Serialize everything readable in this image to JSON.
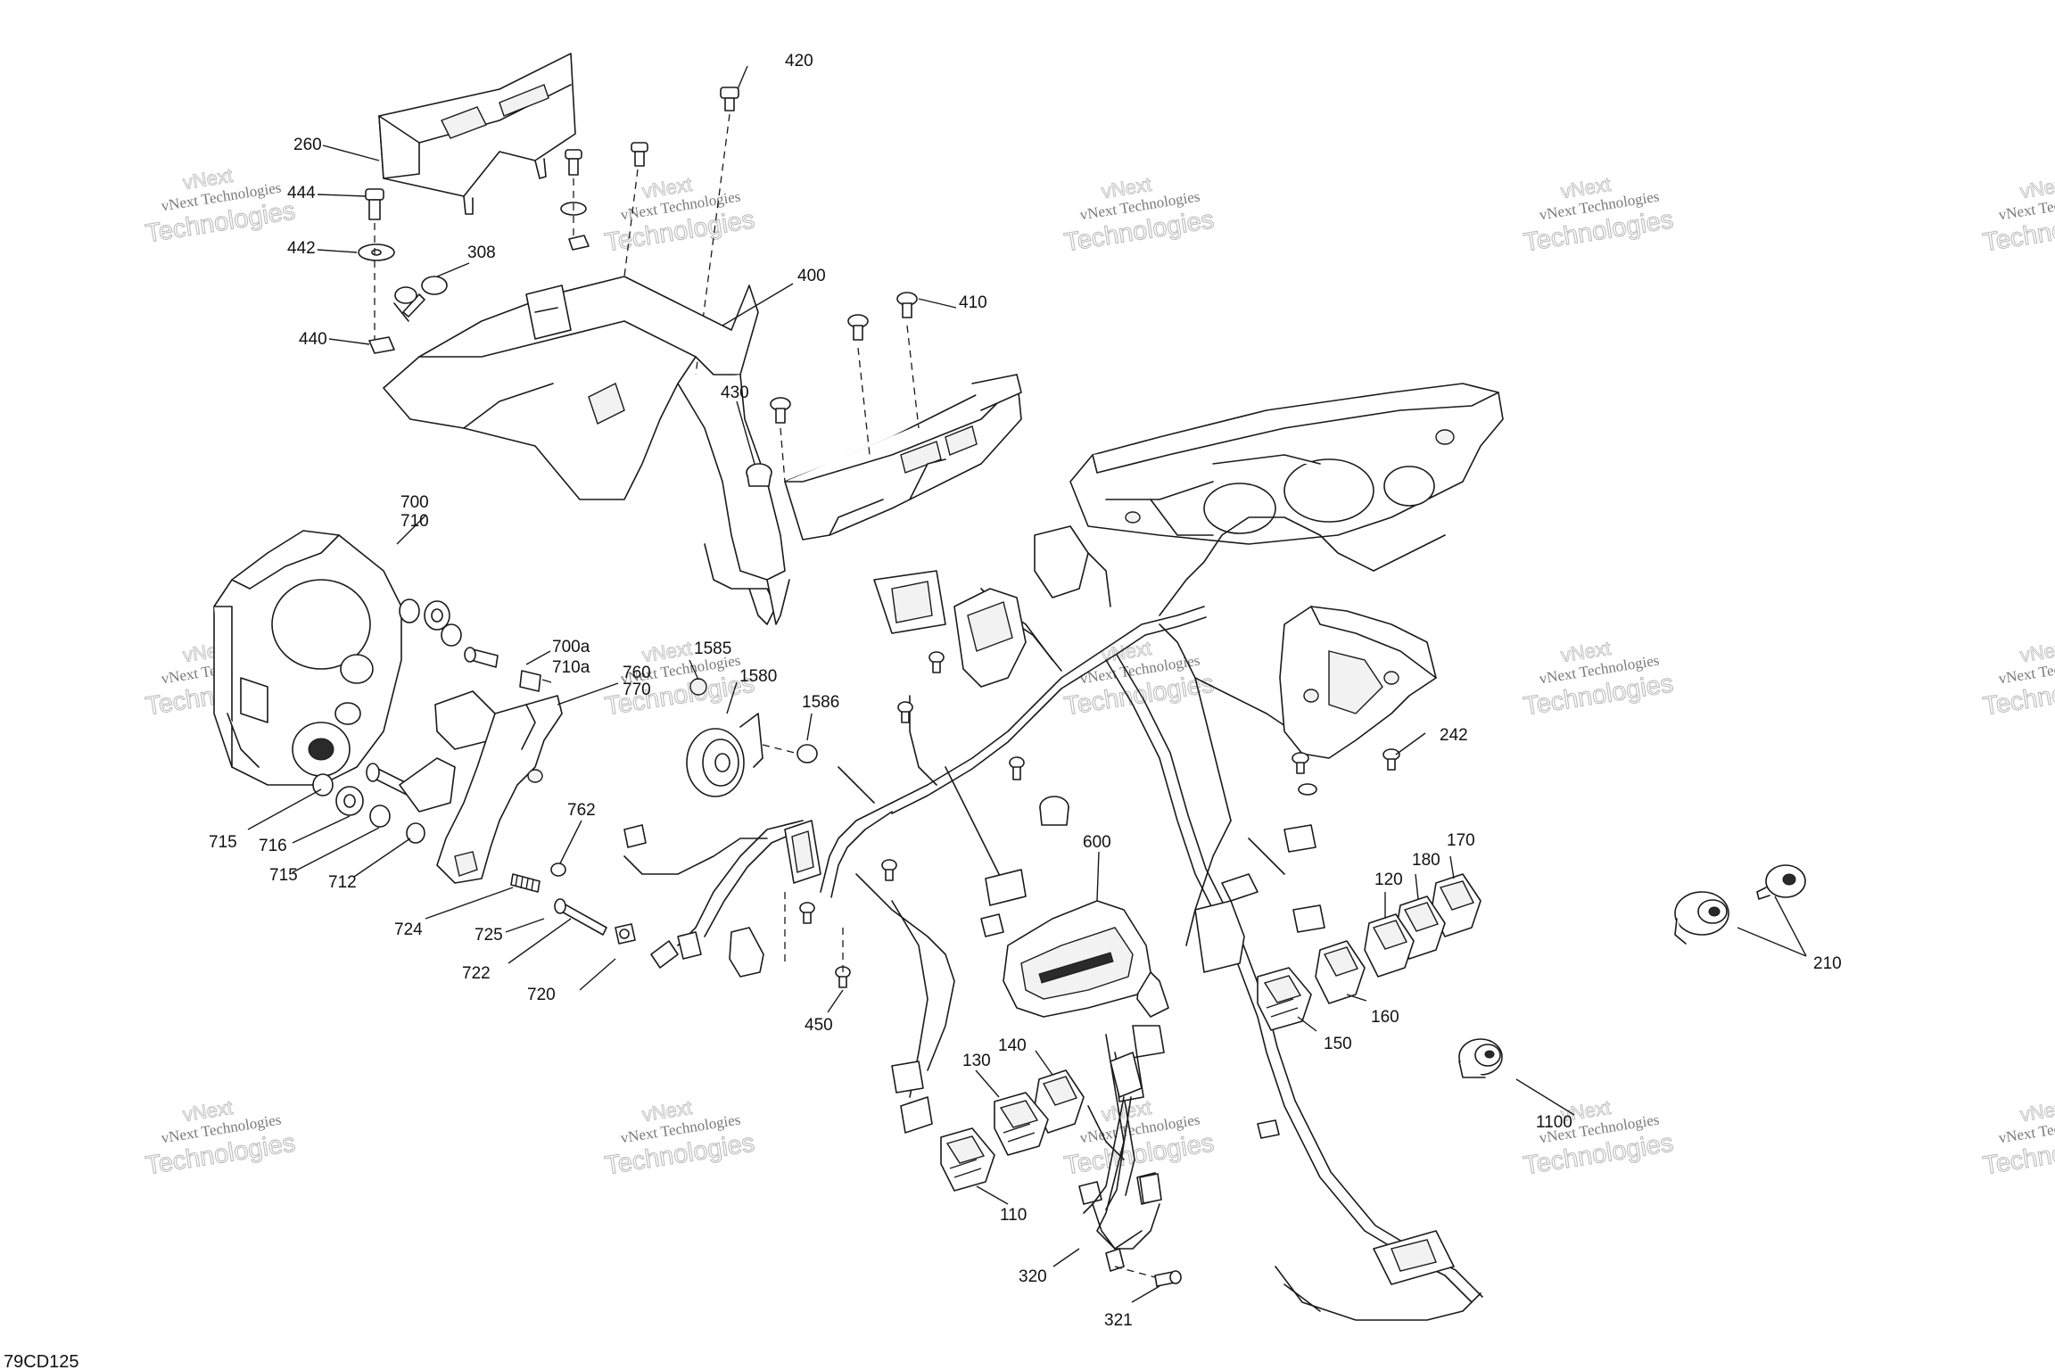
{
  "diagram": {
    "drawing_code": "79CD125",
    "watermark": {
      "small": "vNext Technologies",
      "large": "Technologies",
      "tag": "vNext"
    },
    "callouts": {
      "c420": "420",
      "c260": "260",
      "c444": "444",
      "c442": "442",
      "c308": "308",
      "c440": "440",
      "c400": "400",
      "c410": "410",
      "c430": "430",
      "c700": "700",
      "c710": "710",
      "c700a": "700a",
      "c710a": "710a",
      "c760": "760",
      "c770": "770",
      "c1585": "1585",
      "c1580": "1580",
      "c1586": "1586",
      "c715a": "715",
      "c716": "716",
      "c715b": "715",
      "c712": "712",
      "c762": "762",
      "c724": "724",
      "c725": "725",
      "c722": "722",
      "c720": "720",
      "c242": "242",
      "c600": "600",
      "c450": "450",
      "c170": "170",
      "c180": "180",
      "c120": "120",
      "c210": "210",
      "c160": "160",
      "c150": "150",
      "c140": "140",
      "c130": "130",
      "c110": "110",
      "c1100": "1100",
      "c320": "320",
      "c321": "321"
    }
  }
}
